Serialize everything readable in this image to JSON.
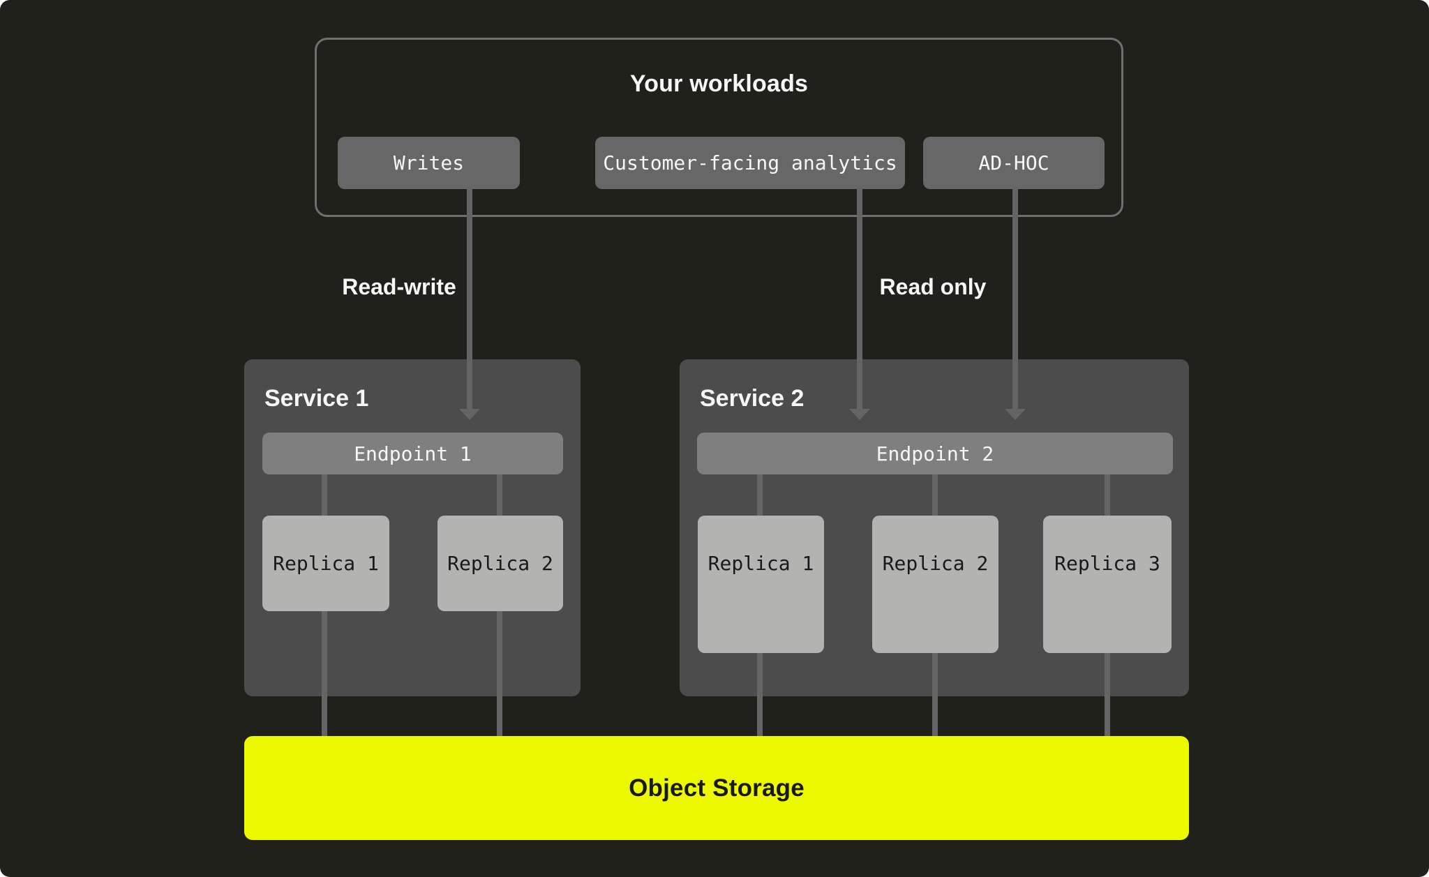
{
  "diagram": {
    "workloads": {
      "title": "Your workloads",
      "items": [
        {
          "label": "Writes"
        },
        {
          "label": "Customer-facing analytics"
        },
        {
          "label": "AD-HOC"
        }
      ]
    },
    "edges": {
      "read_write_label": "Read-write",
      "read_only_label": "Read only"
    },
    "services": [
      {
        "title": "Service 1",
        "endpoint": "Endpoint 1",
        "replicas": [
          "Replica 1",
          "Replica 2"
        ]
      },
      {
        "title": "Service 2",
        "endpoint": "Endpoint 2",
        "replicas": [
          "Replica 1",
          "Replica 2",
          "Replica 3"
        ]
      }
    ],
    "storage": {
      "label": "Object Storage"
    },
    "colors": {
      "background": "#20211B",
      "panel": "#4C4C4C",
      "endpoint_bar": "#7F7F7F",
      "replica_box": "#B3B3B1",
      "workload_chip": "#676767",
      "box_outline": "#70706E",
      "connector": "#656565",
      "arrow": "#646464",
      "storage": "#EDF900",
      "light_text": "#F7F7F7",
      "dark_text": "#191919"
    }
  }
}
